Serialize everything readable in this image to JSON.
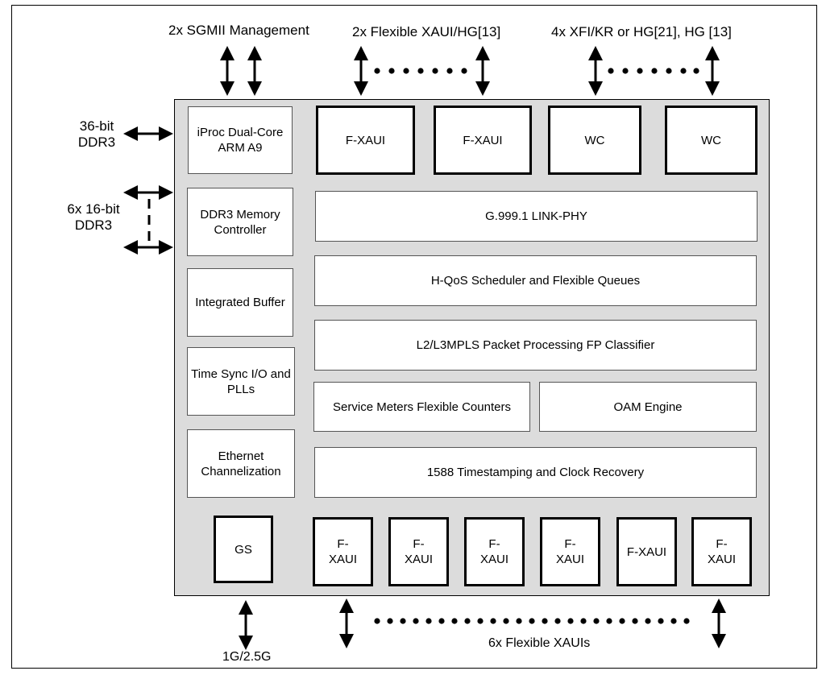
{
  "labels": {
    "sgmii": "2x SGMII Management",
    "xaui_top": "2x Flexible XAUI/HG[13]",
    "xfi_top": "4x XFI/KR or HG[21], HG [13]",
    "ddr36_line1": "36-bit",
    "ddr36_line2": "DDR3",
    "ddr16_line1": "6x 16-bit",
    "ddr16_line2": "DDR3",
    "bottom_gs": "1G/2.5G",
    "bottom_xaui": "6x Flexible XAUIs"
  },
  "left_blocks": [
    "iProc Dual-Core ARM A9",
    "DDR3 Memory Controller",
    "Integrated Buffer",
    "Time Sync I/O and PLLs",
    "Ethernet Channelization"
  ],
  "top_ports": [
    "F-XAUI",
    "F-XAUI",
    "WC",
    "WC"
  ],
  "core_blocks": {
    "link_phy": "G.999.1 LINK-PHY",
    "hqos": "H-QoS Scheduler and Flexible Queues",
    "l2l3": "L2/L3MPLS Packet Processing FP Classifier",
    "meters": "Service Meters Flexible Counters",
    "oam": "OAM Engine",
    "ts1588": "1588 Timestamping and Clock Recovery"
  },
  "bottom_ports": {
    "gs": "GS",
    "xaui": [
      "F- XAUI",
      "F- XAUI",
      "F- XAUI",
      "F- XAUI",
      "F-XAUI",
      "F- XAUI"
    ]
  }
}
